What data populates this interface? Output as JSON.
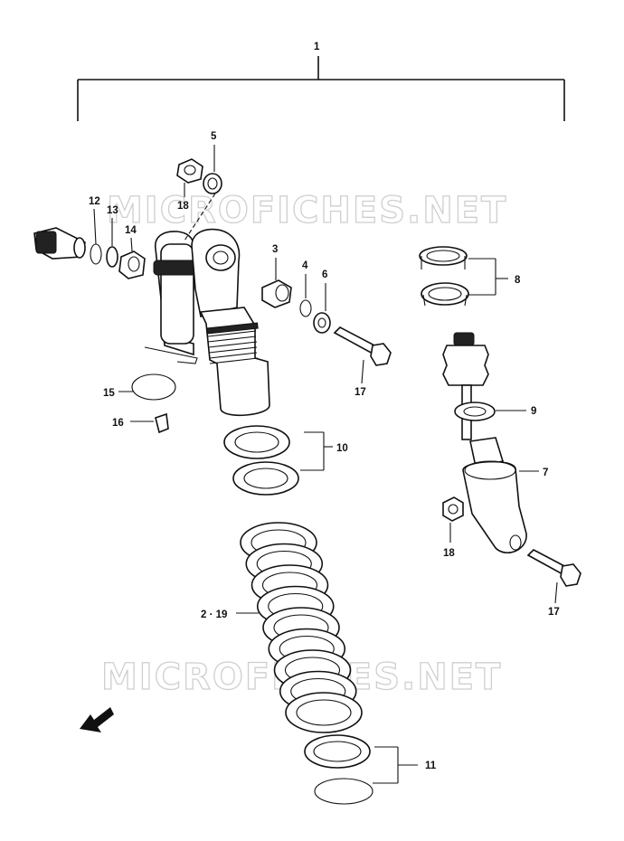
{
  "watermark": {
    "top": "MICROFICHES.NET",
    "bottom": "MICROFICHES.NET"
  },
  "callouts": {
    "c1": "1",
    "c2_19": "2 · 19",
    "c3": "3",
    "c4": "4",
    "c5": "5",
    "c6": "6",
    "c7": "7",
    "c8": "8",
    "c9": "9",
    "c10": "10",
    "c11": "11",
    "c12": "12",
    "c13": "13",
    "c14": "14",
    "c15": "15",
    "c16": "16",
    "c17a": "17",
    "c17b": "17",
    "c18a": "18",
    "c18b": "18"
  },
  "icons": {
    "direction": "front-arrow-icon"
  }
}
